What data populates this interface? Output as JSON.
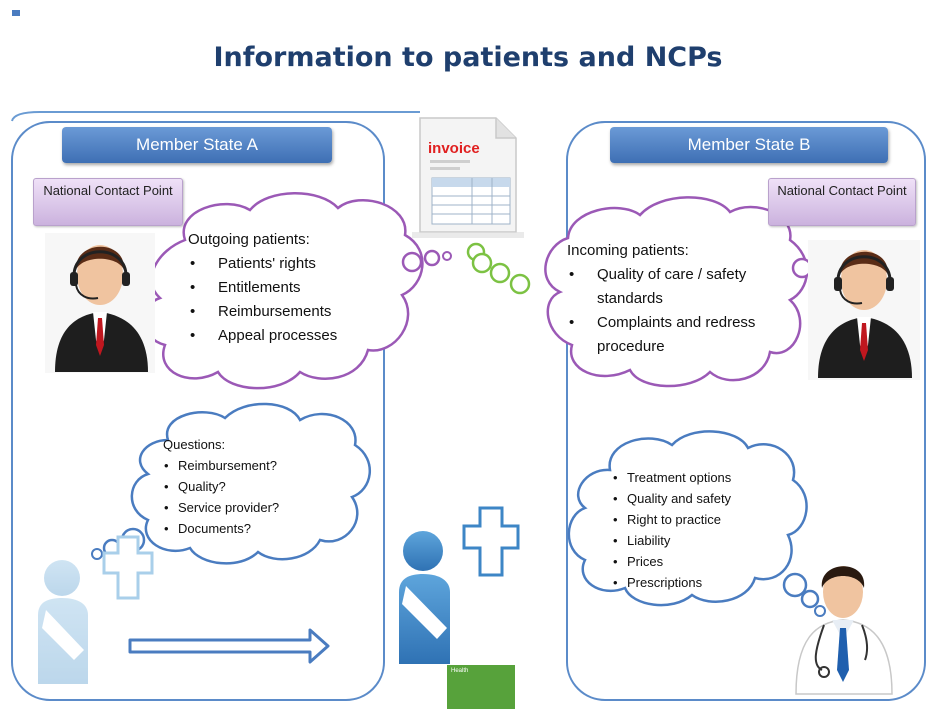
{
  "title": "Information to patients and NCPs",
  "member_state_a": {
    "label": "Member State A",
    "ncp_label": "National Contact Point",
    "outgoing": {
      "heading": "Outgoing patients:",
      "items": [
        "Patients' rights",
        "Entitlements",
        "Reimbursements",
        "Appeal processes"
      ]
    },
    "questions": {
      "heading": "Questions:",
      "items": [
        "Reimbursement?",
        "Quality?",
        "Service provider?",
        "Documents?"
      ]
    }
  },
  "member_state_b": {
    "label": "Member State B",
    "ncp_label": "National Contact Point",
    "incoming": {
      "heading": "Incoming patients:",
      "items": [
        "Quality of care / safety standards",
        "Complaints and redress procedure"
      ]
    },
    "doctor_topics": {
      "items": [
        "Treatment options",
        "Quality and safety",
        "Right to practice",
        "Liability",
        "Prices",
        "Prescriptions"
      ]
    }
  },
  "invoice": {
    "label": "invoice"
  },
  "health_tile": {
    "label": "Health"
  },
  "colors": {
    "title": "#1f3f6e",
    "banner": "#4a7cc0",
    "frame": "#5b8bc9",
    "ncp_box": "#d9c4e9",
    "thought_cloud_border": "#9b59b6",
    "connector_circles": "#7cc243",
    "patient_figure": "#3d86c6",
    "health_tile": "#57a23b",
    "invoice_accent": "#e02020"
  },
  "icons": [
    "operator-headset-icon",
    "patient-figure-icon",
    "medical-cross-icon",
    "doctor-icon",
    "invoice-document-icon",
    "arrow-right-icon"
  ]
}
